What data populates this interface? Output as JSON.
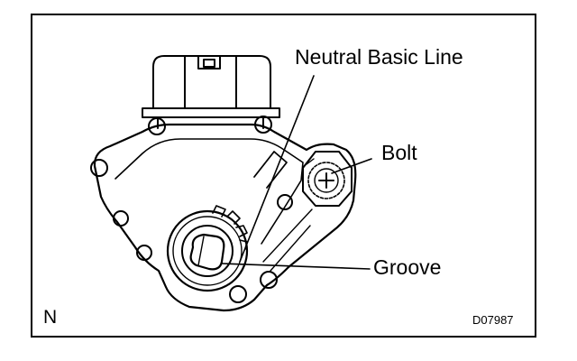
{
  "diagram": {
    "labels": {
      "neutral_basic_line": "Neutral Basic Line",
      "bolt": "Bolt",
      "groove": "Groove"
    },
    "corner_mark": "N",
    "figure_code": "D07987"
  }
}
